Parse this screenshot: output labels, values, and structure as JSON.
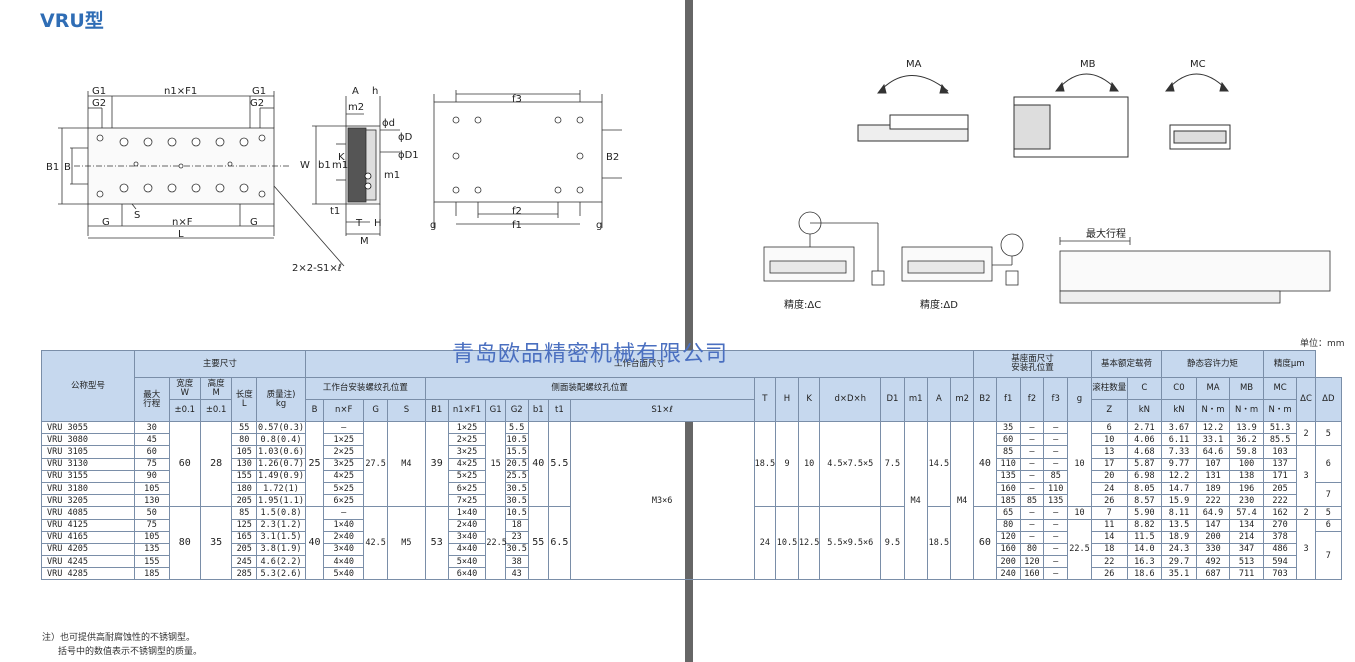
{
  "title": "VRU型",
  "watermark": "青岛欧品精密机械有限公司",
  "unit": "单位：mm",
  "notes": [
    "注）也可提供高耐腐蚀性的不锈钢型。",
    "括号中的数值表示不锈钢型的质量。"
  ],
  "dims": {
    "G1a": "G1",
    "n1F1": "n1×F1",
    "G1b": "G1",
    "G2a": "G2",
    "G2b": "G2",
    "B1": "B1",
    "B": "B",
    "S": "S",
    "G": "G",
    "nF": "n×F",
    "G_r": "G",
    "L": "L",
    "screw": "2×2-S1×ℓ",
    "A": "A",
    "h": "h",
    "m2": "m2",
    "phid": "ϕd",
    "phiD": "ϕD",
    "phiD1": "ϕD1",
    "W": "W",
    "b1": "b1",
    "m1": "m1",
    "K": "K",
    "m1b": "m1",
    "t1": "t1",
    "T": "T",
    "H": "H",
    "M": "M",
    "f3": "f3",
    "B2": "B2",
    "f2": "f2",
    "f1": "f1",
    "g_l": "g",
    "g_r": "g"
  },
  "moments": {
    "ma": "MA",
    "mb": "MB",
    "mc": "MC"
  },
  "accuracy": {
    "c": "精度:ΔC",
    "d": "精度:ΔD",
    "stroke": "最大行程"
  },
  "headers": {
    "model": "公称型号",
    "main": "主要尺寸",
    "table_mount": "工作台面尺寸",
    "base_mount": "基座面尺寸\n安装孔位置",
    "load": "基本额定载荷",
    "moment": "静态容许力矩",
    "precision": "精度μm",
    "stroke": "最大\n行程",
    "width": "宽度\nW",
    "height": "高度\nM",
    "length": "长度\nL",
    "mass": "质量注)\nkg",
    "tol": "±0.1",
    "tol2": "±0.1",
    "tbl_holes": "工作台安装螺纹孔位置",
    "side_holes": "侧面装配螺纹孔位置",
    "rollers": "滚柱数量",
    "B": "B",
    "nF": "n×F",
    "G": "G",
    "S": "S",
    "B1": "B1",
    "n1F1": "n1×F1",
    "G1": "G1",
    "G2": "G2",
    "b1": "b1",
    "t1": "t1",
    "S1l": "S1×ℓ",
    "T": "T",
    "H": "H",
    "K": "K",
    "dDh": "d×D×h",
    "D1": "D1",
    "m1": "m1",
    "A": "A",
    "m2": "m2",
    "B2": "B2",
    "f1": "f1",
    "f2": "f2",
    "f3": "f3",
    "g": "g",
    "C": "C",
    "C0": "C0",
    "MA": "MA",
    "MB": "MB",
    "MC": "MC",
    "Z": "Z",
    "kN": "kN",
    "kN2": "kN",
    "Nm": "N・m",
    "Nm2": "N・m",
    "Nm3": "N・m",
    "dC": "ΔC",
    "dD": "ΔD"
  },
  "group1": {
    "W": "60",
    "M": "28",
    "B": "25",
    "G": "27.5",
    "S": "M4",
    "B1": "39",
    "G1": "15",
    "b1": "40",
    "t1": "5.5",
    "T": "18.5",
    "H": "9",
    "K": "10",
    "dDh": "4.5×7.5×5",
    "D1": "7.5",
    "A": "14.5",
    "B2": "40",
    "g": "10",
    "dC": "2",
    "dC2": "3"
  },
  "group2": {
    "W": "80",
    "M": "35",
    "B": "40",
    "G": "42.5",
    "S": "M5",
    "B1": "53",
    "G1": "22.5",
    "b1": "55",
    "t1": "6.5",
    "T": "24",
    "H": "10.5",
    "K": "12.5",
    "dDh": "5.5×9.5×6",
    "D1": "9.5",
    "A": "18.5",
    "B2": "60",
    "g": "22.5",
    "dC": "2",
    "dC2": "3"
  },
  "shared": {
    "S1l": "M3×6",
    "m1": "M4",
    "m2": "M4",
    "g_4085": "10"
  },
  "dD": {
    "r0": "5",
    "r1": "6",
    "r5": "7",
    "r7": "5",
    "r8": "6",
    "r9": "7"
  },
  "rows": [
    {
      "model": "VRU 3055",
      "stroke": "30",
      "L": "55",
      "mass": "0.57(0.3)",
      "nF": "—",
      "n1F1": "1×25",
      "G2": "5.5",
      "f1": "35",
      "f2": "—",
      "f3": "—",
      "Z": "6",
      "C": "2.71",
      "C0": "3.67",
      "MA": "12.2",
      "MB": "13.9",
      "MC": "51.3"
    },
    {
      "model": "VRU 3080",
      "stroke": "45",
      "L": "80",
      "mass": "0.8(0.4)",
      "nF": "1×25",
      "n1F1": "2×25",
      "G2": "10.5",
      "f1": "60",
      "f2": "—",
      "f3": "—",
      "Z": "10",
      "C": "4.06",
      "C0": "6.11",
      "MA": "33.1",
      "MB": "36.2",
      "MC": "85.5"
    },
    {
      "model": "VRU 3105",
      "stroke": "60",
      "L": "105",
      "mass": "1.03(0.6)",
      "nF": "2×25",
      "n1F1": "3×25",
      "G2": "15.5",
      "f1": "85",
      "f2": "—",
      "f3": "—",
      "Z": "13",
      "C": "4.68",
      "C0": "7.33",
      "MA": "64.6",
      "MB": "59.8",
      "MC": "103"
    },
    {
      "model": "VRU 3130",
      "stroke": "75",
      "L": "130",
      "mass": "1.26(0.7)",
      "nF": "3×25",
      "n1F1": "4×25",
      "G2": "20.5",
      "f1": "110",
      "f2": "—",
      "f3": "—",
      "Z": "17",
      "C": "5.87",
      "C0": "9.77",
      "MA": "107",
      "MB": "100",
      "MC": "137"
    },
    {
      "model": "VRU 3155",
      "stroke": "90",
      "L": "155",
      "mass": "1.49(0.9)",
      "nF": "4×25",
      "n1F1": "5×25",
      "G2": "25.5",
      "f1": "135",
      "f2": "—",
      "f3": "85",
      "Z": "20",
      "C": "6.98",
      "C0": "12.2",
      "MA": "131",
      "MB": "138",
      "MC": "171"
    },
    {
      "model": "VRU 3180",
      "stroke": "105",
      "L": "180",
      "mass": "1.72(1)",
      "nF": "5×25",
      "n1F1": "6×25",
      "G2": "30.5",
      "f1": "160",
      "f2": "—",
      "f3": "110",
      "Z": "24",
      "C": "8.05",
      "C0": "14.7",
      "MA": "189",
      "MB": "196",
      "MC": "205"
    },
    {
      "model": "VRU 3205",
      "stroke": "130",
      "L": "205",
      "mass": "1.95(1.1)",
      "nF": "6×25",
      "n1F1": "7×25",
      "G2": "30.5",
      "f1": "185",
      "f2": "85",
      "f3": "135",
      "Z": "26",
      "C": "8.57",
      "C0": "15.9",
      "MA": "222",
      "MB": "230",
      "MC": "222"
    },
    {
      "model": "VRU 4085",
      "stroke": "50",
      "L": "85",
      "mass": "1.5(0.8)",
      "nF": "—",
      "n1F1": "1×40",
      "G2": "10.5",
      "f1": "65",
      "f2": "—",
      "f3": "—",
      "Z": "7",
      "C": "5.90",
      "C0": "8.11",
      "MA": "64.9",
      "MB": "57.4",
      "MC": "162"
    },
    {
      "model": "VRU 4125",
      "stroke": "75",
      "L": "125",
      "mass": "2.3(1.2)",
      "nF": "1×40",
      "n1F1": "2×40",
      "G2": "18",
      "f1": "80",
      "f2": "—",
      "f3": "—",
      "Z": "11",
      "C": "8.82",
      "C0": "13.5",
      "MA": "147",
      "MB": "134",
      "MC": "270"
    },
    {
      "model": "VRU 4165",
      "stroke": "105",
      "L": "165",
      "mass": "3.1(1.5)",
      "nF": "2×40",
      "n1F1": "3×40",
      "G2": "23",
      "f1": "120",
      "f2": "—",
      "f3": "—",
      "Z": "14",
      "C": "11.5",
      "C0": "18.9",
      "MA": "200",
      "MB": "214",
      "MC": "378"
    },
    {
      "model": "VRU 4205",
      "stroke": "135",
      "L": "205",
      "mass": "3.8(1.9)",
      "nF": "3×40",
      "n1F1": "4×40",
      "G2": "30.5",
      "f1": "160",
      "f2": "80",
      "f3": "—",
      "Z": "18",
      "C": "14.0",
      "C0": "24.3",
      "MA": "330",
      "MB": "347",
      "MC": "486"
    },
    {
      "model": "VRU 4245",
      "stroke": "155",
      "L": "245",
      "mass": "4.6(2.2)",
      "nF": "4×40",
      "n1F1": "5×40",
      "G2": "38",
      "f1": "200",
      "f2": "120",
      "f3": "—",
      "Z": "22",
      "C": "16.3",
      "C0": "29.7",
      "MA": "492",
      "MB": "513",
      "MC": "594"
    },
    {
      "model": "VRU 4285",
      "stroke": "185",
      "L": "285",
      "mass": "5.3(2.6)",
      "nF": "5×40",
      "n1F1": "6×40",
      "G2": "43",
      "f1": "240",
      "f2": "160",
      "f3": "—",
      "Z": "26",
      "C": "18.6",
      "C0": "35.1",
      "MA": "687",
      "MB": "711",
      "MC": "703"
    }
  ]
}
